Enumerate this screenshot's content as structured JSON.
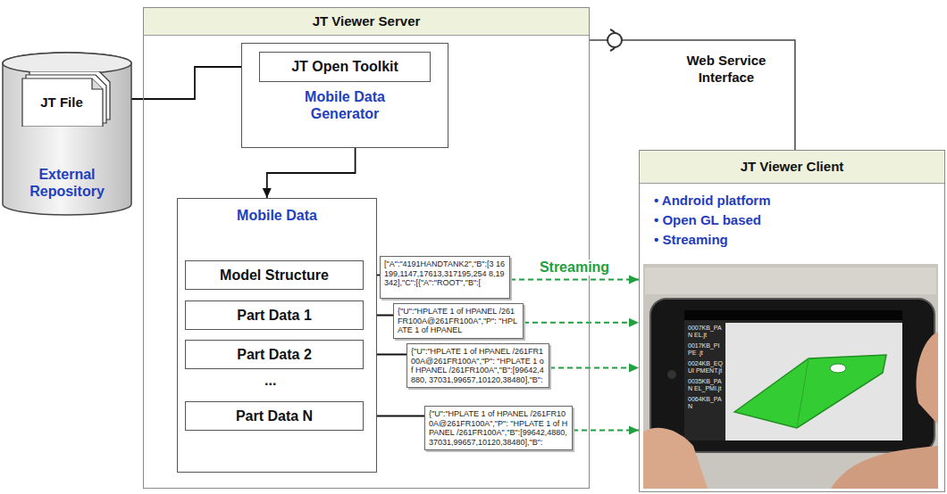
{
  "diagram": {
    "nodes": [
      {
        "text": [
          "External Repository"
        ]
      },
      {
        "text": [
          "JT File"
        ],
        "in": 0
      },
      {
        "text": [
          "JT Viewer Server"
        ]
      },
      {
        "text": [
          "Mobile Data Generator"
        ],
        "in": 2
      },
      {
        "text": [
          "JT Open Toolkit"
        ],
        "in": 3
      },
      {
        "text": [
          "Mobile Data"
        ],
        "in": 2
      },
      {
        "text": [
          "Model Structure"
        ],
        "in": 5
      },
      {
        "text": [
          "Part Data 1"
        ],
        "in": 5
      },
      {
        "text": [
          "Part Data 2"
        ],
        "in": 5
      },
      {
        "text": [
          "Part Data N"
        ],
        "in": 5
      },
      {
        "text": [
          "[\"A\":\"4191HANDTANK2\",\"B\":[3 16199,1147,17613,317195,254 8,19342],\"C\":[{\"A\":\"ROOT\",\"B\":["
        ],
        "in": 2
      },
      {
        "text": [
          "{\"U\":\"HPLATE 1 of HPANEL /261FR100A@261FR100A\",\"P\": \"HPLATE 1 of HPANEL"
        ],
        "in": 2
      },
      {
        "text": [
          "{\"U\":\"HPLATE 1 of HPANEL /261FR100A@261FR100A\",\"P\": \"HPLATE 1 of HPANEL /261FR100A\",\"B\":[99642,4880, 37031,99657,10120,38480],\"B\":"
        ],
        "in": 2
      },
      {
        "text": [
          "{\"U\":\"HPLATE 1 of HPANEL /261FR100A@261FR100A\",\"P\": \"HPLATE 1 of HPANEL /261FR100A\",\"B\":[99642,4880, 37031,99657,10120,38480],\"B\":"
        ],
        "in": 2
      },
      {
        "text": [
          "JT Viewer Client",
          "• Android platform",
          "• Open GL based",
          "• Streaming"
        ]
      }
    ],
    "edges": [
      {
        "from": 1,
        "to": 4,
        "arrow": "to"
      },
      {
        "from": 3,
        "to": 5,
        "arrow": "to"
      },
      {
        "from": 6,
        "to": 10,
        "arrow": "none"
      },
      {
        "from": 7,
        "to": 11,
        "arrow": "none"
      },
      {
        "from": 8,
        "to": 12,
        "arrow": "none"
      },
      {
        "from": 9,
        "to": 13,
        "arrow": "none"
      },
      {
        "from": 10,
        "to": 14,
        "label": "Streaming",
        "arrow": "to"
      },
      {
        "from": 11,
        "to": 14,
        "arrow": "to"
      },
      {
        "from": 12,
        "to": 14,
        "arrow": "to"
      },
      {
        "from": 13,
        "to": 14,
        "arrow": "to"
      },
      {
        "from": 2,
        "to": 14,
        "label": "Web Service Interface",
        "arrow": "none"
      }
    ],
    "labels": [
      "...",
      "0007KB_PAN EL.jt",
      "0017KB_PIPE .jt",
      "0024KB_EQUI PMENT.jt",
      "0035KB_PAN EL_PMI.jt",
      "0064KB_PAN"
    ]
  }
}
